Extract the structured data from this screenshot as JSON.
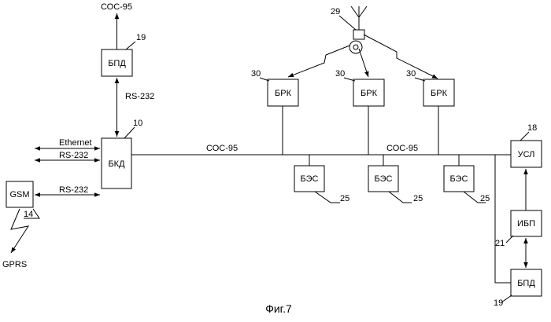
{
  "caption": "Фиг.7",
  "blocks": {
    "bpd_top": "БПД",
    "bkd": "БКД",
    "gsm": "GSM",
    "brk_1": "БРК",
    "brk_2": "БРК",
    "brk_3": "БРК",
    "bes_1": "БЭС",
    "bes_2": "БЭС",
    "bes_3": "БЭС",
    "usl": "УСЛ",
    "ibp": "ИБП",
    "bpd_bottom": "БПД"
  },
  "labels": {
    "soc95_top": "СОС-95",
    "rs232_vertical": "RS-232",
    "ethernet": "Ethernet",
    "rs232_link_1": "RS-232",
    "rs232_link_gsm": "RS-232",
    "gprs": "GPRS",
    "soc95_bus_left": "СОС-95",
    "soc95_bus_right": "СОС-95"
  },
  "refs": {
    "r19_top": "19",
    "r10": "10",
    "r14": "14",
    "r29": "29",
    "r30_1": "30",
    "r30_2": "30",
    "r30_3": "30",
    "r25_1": "25",
    "r25_2": "25",
    "r25_3": "25",
    "r18": "18",
    "r21": "21",
    "r19_bottom": "19"
  }
}
